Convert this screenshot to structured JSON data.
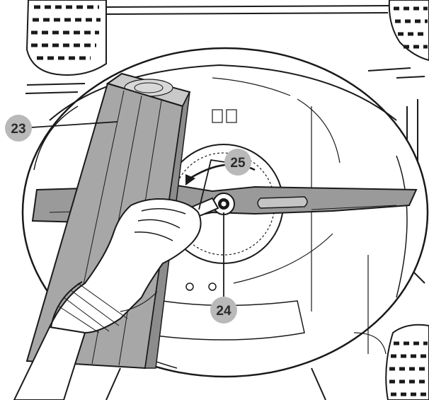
{
  "callouts": [
    {
      "id": "23",
      "label": "23",
      "component": "wooden-block"
    },
    {
      "id": "24",
      "label": "24",
      "component": "blade-bolt"
    },
    {
      "id": "25",
      "label": "25",
      "component": "wrench"
    }
  ],
  "colors": {
    "outline": "#1a1a1a",
    "deck_fill": "#ffffff",
    "wood": "#a7a7a7",
    "blade": "#9a9a9a",
    "callout_disc": "#b9b9b9",
    "background": "#ffffff"
  }
}
